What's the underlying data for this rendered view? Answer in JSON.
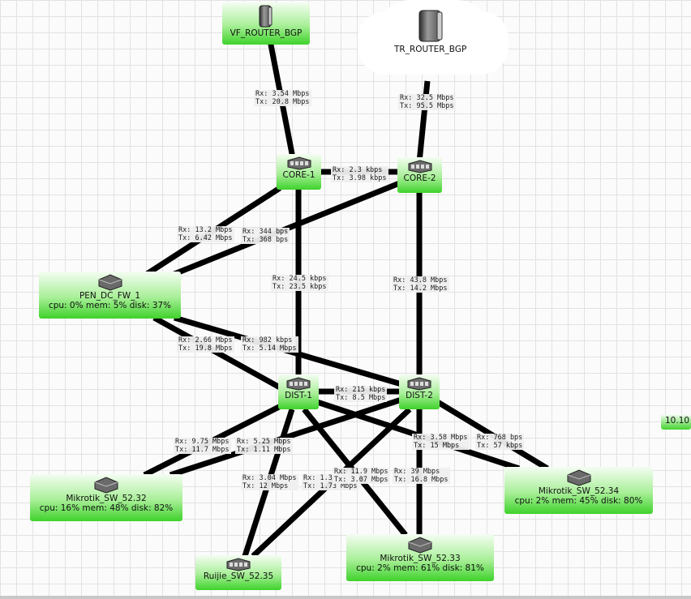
{
  "nodes": {
    "vf_router_bgp": {
      "name": "VF_ROUTER_BGP"
    },
    "tr_router_bgp": {
      "name": "TR_ROUTER_BGP"
    },
    "core1": {
      "name": "CORE-1"
    },
    "core2": {
      "name": "CORE-2"
    },
    "pen_dc_fw_1": {
      "name": "PEN_DC_FW_1",
      "stats": "cpu: 0% mem: 5% disk: 37%"
    },
    "dist1": {
      "name": "DIST-1"
    },
    "dist2": {
      "name": "DIST-2"
    },
    "mikrotik_52_32": {
      "name": "Mikrotik_SW_52.32",
      "stats": "cpu: 16% mem: 48% disk: 82%"
    },
    "mikrotik_52_34": {
      "name": "Mikrotik_SW_52.34",
      "stats": "cpu: 2% mem: 45% disk: 80%"
    },
    "mikrotik_52_33": {
      "name": "Mikrotik_SW_52.33",
      "stats": "cpu: 2% mem: 61% disk: 81%"
    },
    "ruijie_52_35": {
      "name": "Ruijie_SW_52.35"
    },
    "partial_node": {
      "name": "10.10"
    }
  },
  "links": {
    "vf_core1": {
      "rx": "Rx: 3.54 Mbps",
      "tx": "Tx: 20.8 Mbps"
    },
    "tr_core2": {
      "rx": "Rx: 32.5 Mbps",
      "tx": "Tx: 95.5 Mbps"
    },
    "core1_core2": {
      "rx": "Rx: 2.3 kbps",
      "tx": "Tx: 3.98 kbps"
    },
    "core1_fw": {
      "rx": "Rx: 13.2 Mbps",
      "tx": "Tx: 6.42 Mbps"
    },
    "core2_fw": {
      "rx": "Rx: 344 bps",
      "tx": "Tx: 368 bps"
    },
    "core1_dist1": {
      "rx": "Rx: 24.5 kbps",
      "tx": "Tx: 23.5 kbps"
    },
    "core2_dist2": {
      "rx": "Rx: 43.8 Mbps",
      "tx": "Tx: 14.2 Mbps"
    },
    "fw_dist1": {
      "rx": "Rx: 2.66 Mbps",
      "tx": "Tx: 19.8 Mbps"
    },
    "fw_dist2": {
      "rx": "Rx: 982 kbps",
      "tx": "Tx: 5.14 Mbps"
    },
    "dist1_dist2": {
      "rx": "Rx: 215 kbps",
      "tx": "Tx: 8.5 Mbps"
    },
    "dist1_m32": {
      "rx": "Rx: 9.75 Mbps",
      "tx": "Tx: 11.7 Mbps"
    },
    "dist2_m32": {
      "rx": "Rx: 5.25 Mbps",
      "tx": "Tx: 1.11 Mbps"
    },
    "dist1_m34": {
      "rx": "Rx: 3.58 Mbps",
      "tx": "Tx: 15 Mbps"
    },
    "dist2_m34": {
      "rx": "Rx: 768 bps",
      "tx": "Tx: 57 kbps"
    },
    "dist1_ruijie": {
      "rx": "Rx: 3.04 Mbps",
      "tx": "Tx: 12 Mbps"
    },
    "dist2_ruijie": {
      "rx": "Rx: 1.3",
      "tx": "Tx: 1.73 Mbps"
    },
    "dist1_m33": {
      "rx": "Rx: 11.9 Mbps",
      "tx": "Tx: 3.07 Mbps"
    },
    "dist2_m33": {
      "rx": "Rx: 39 Mbps",
      "tx": "Tx: 16.8 Mbps"
    }
  }
}
